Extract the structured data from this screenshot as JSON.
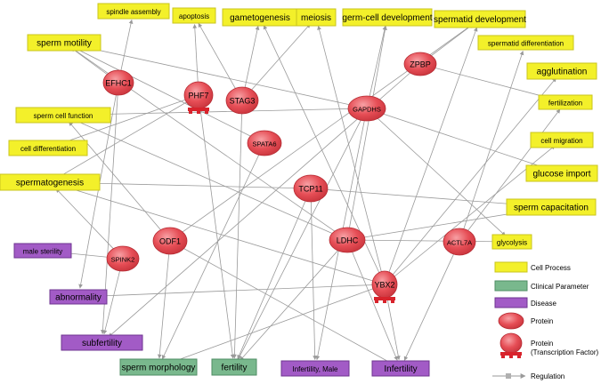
{
  "nodes": [
    {
      "id": "spindle",
      "label": "spindle assembly",
      "kind": "process"
    },
    {
      "id": "apoptosis",
      "label": "apoptosis",
      "kind": "process"
    },
    {
      "id": "gametogenesis",
      "label": "gametogenesis",
      "kind": "process"
    },
    {
      "id": "meiosis",
      "label": "meiosis",
      "kind": "process"
    },
    {
      "id": "germcell",
      "label": "germ-cell development",
      "kind": "process"
    },
    {
      "id": "spermatid",
      "label": "spermatid development",
      "kind": "process"
    },
    {
      "id": "motility",
      "label": "sperm motility",
      "kind": "process"
    },
    {
      "id": "spermatid_diff",
      "label": "spermatid differentiation",
      "kind": "process"
    },
    {
      "id": "agglutination",
      "label": "agglutination",
      "kind": "process"
    },
    {
      "id": "fertilization",
      "label": "fertilization",
      "kind": "process"
    },
    {
      "id": "sperm_cell_fn",
      "label": "sperm cell function",
      "kind": "process"
    },
    {
      "id": "cell_diff",
      "label": "cell differentiation",
      "kind": "process"
    },
    {
      "id": "cell_migration",
      "label": "cell migration",
      "kind": "process"
    },
    {
      "id": "glucose",
      "label": "glucose import",
      "kind": "process"
    },
    {
      "id": "spermatogenesis",
      "label": "spermatogenesis",
      "kind": "process"
    },
    {
      "id": "capacitation",
      "label": "sperm capacitation",
      "kind": "process"
    },
    {
      "id": "glycolysis",
      "label": "glycolysis",
      "kind": "process"
    },
    {
      "id": "male_sterility",
      "label": "male sterility",
      "kind": "disease"
    },
    {
      "id": "abnormality",
      "label": "abnormality",
      "kind": "disease"
    },
    {
      "id": "subfertility",
      "label": "subfertility",
      "kind": "disease"
    },
    {
      "id": "inf_male",
      "label": "Infertility, Male",
      "kind": "disease"
    },
    {
      "id": "infertility",
      "label": "Infertility",
      "kind": "disease"
    },
    {
      "id": "morphology",
      "label": "sperm morphology",
      "kind": "clinical"
    },
    {
      "id": "fertility",
      "label": "fertility",
      "kind": "clinical"
    },
    {
      "id": "EFHC1",
      "label": "EFHC1",
      "kind": "protein"
    },
    {
      "id": "PHF7",
      "label": "PHF7",
      "kind": "tf"
    },
    {
      "id": "STAG3",
      "label": "STAG3",
      "kind": "protein"
    },
    {
      "id": "SPATA6",
      "label": "SPATA6",
      "kind": "protein"
    },
    {
      "id": "GAPDHS",
      "label": "GAPDHS",
      "kind": "protein"
    },
    {
      "id": "ZPBP",
      "label": "ZPBP",
      "kind": "protein"
    },
    {
      "id": "TCP11",
      "label": "TCP11",
      "kind": "protein"
    },
    {
      "id": "ODF1",
      "label": "ODF1",
      "kind": "protein"
    },
    {
      "id": "SPINK2",
      "label": "SPINK2",
      "kind": "protein"
    },
    {
      "id": "LDHC",
      "label": "LDHC",
      "kind": "protein"
    },
    {
      "id": "ACTL7A",
      "label": "ACTL7A",
      "kind": "protein"
    },
    {
      "id": "YBX2",
      "label": "YBX2",
      "kind": "tf"
    }
  ],
  "edges": [
    [
      "EFHC1",
      "spindle"
    ],
    [
      "EFHC1",
      "motility"
    ],
    [
      "EFHC1",
      "abnormality"
    ],
    [
      "EFHC1",
      "subfertility"
    ],
    [
      "PHF7",
      "apoptosis"
    ],
    [
      "PHF7",
      "spermatogenesis"
    ],
    [
      "PHF7",
      "fertility"
    ],
    [
      "PHF7",
      "cell_diff"
    ],
    [
      "STAG3",
      "meiosis"
    ],
    [
      "STAG3",
      "gametogenesis"
    ],
    [
      "STAG3",
      "fertility"
    ],
    [
      "STAG3",
      "apoptosis"
    ],
    [
      "SPATA6",
      "motility"
    ],
    [
      "SPATA6",
      "morphology"
    ],
    [
      "GAPDHS",
      "glycolysis"
    ],
    [
      "GAPDHS",
      "motility"
    ],
    [
      "GAPDHS",
      "fertility"
    ],
    [
      "GAPDHS",
      "glucose"
    ],
    [
      "GAPDHS",
      "sperm_cell_fn"
    ],
    [
      "GAPDHS",
      "inf_male"
    ],
    [
      "GAPDHS",
      "germcell"
    ],
    [
      "ZPBP",
      "fertilization"
    ],
    [
      "ZPBP",
      "spermatid"
    ],
    [
      "ZPBP",
      "subfertility"
    ],
    [
      "TCP11",
      "capacitation"
    ],
    [
      "TCP11",
      "spermatogenesis"
    ],
    [
      "TCP11",
      "fertility"
    ],
    [
      "TCP11",
      "inf_male"
    ],
    [
      "ODF1",
      "sperm_cell_fn"
    ],
    [
      "ODF1",
      "morphology"
    ],
    [
      "ODF1",
      "infertility"
    ],
    [
      "ODF1",
      "spermatid"
    ],
    [
      "SPINK2",
      "spermatogenesis"
    ],
    [
      "SPINK2",
      "male_sterility"
    ],
    [
      "SPINK2",
      "subfertility"
    ],
    [
      "LDHC",
      "glycolysis"
    ],
    [
      "LDHC",
      "motility"
    ],
    [
      "LDHC",
      "capacitation"
    ],
    [
      "LDHC",
      "fertility"
    ],
    [
      "LDHC",
      "sperm_cell_fn"
    ],
    [
      "LDHC",
      "infertility"
    ],
    [
      "LDHC",
      "germcell"
    ],
    [
      "ACTL7A",
      "spermatid_diff"
    ],
    [
      "ACTL7A",
      "infertility"
    ],
    [
      "ACTL7A",
      "fertilization"
    ],
    [
      "YBX2",
      "spermatogenesis"
    ],
    [
      "YBX2",
      "spermatid"
    ],
    [
      "YBX2",
      "infertility"
    ],
    [
      "YBX2",
      "morphology"
    ],
    [
      "YBX2",
      "abnormality"
    ],
    [
      "YBX2",
      "gametogenesis"
    ],
    [
      "YBX2",
      "meiosis"
    ],
    [
      "YBX2",
      "agglutination"
    ],
    [
      "YBX2",
      "cell_migration"
    ]
  ],
  "legend": [
    {
      "kind": "process",
      "label": "Cell Process"
    },
    {
      "kind": "clinical",
      "label": "Clinical Parameter"
    },
    {
      "kind": "disease",
      "label": "Disease"
    },
    {
      "kind": "protein",
      "label": "Protein"
    },
    {
      "kind": "tf",
      "label": "Protein (Transcription Factor)"
    },
    {
      "kind": "edge",
      "label": "Regulation"
    }
  ],
  "colors": {
    "process_fill": "#f3f02a",
    "process_stroke": "#c9c51d",
    "clinical_fill": "#79b88d",
    "clinical_stroke": "#4f8e64",
    "disease_fill": "#a25bc6",
    "disease_stroke": "#6f3590",
    "protein_fill": "#e64e56",
    "protein_stroke": "#b52a32",
    "edge": "#9a9a9a"
  }
}
